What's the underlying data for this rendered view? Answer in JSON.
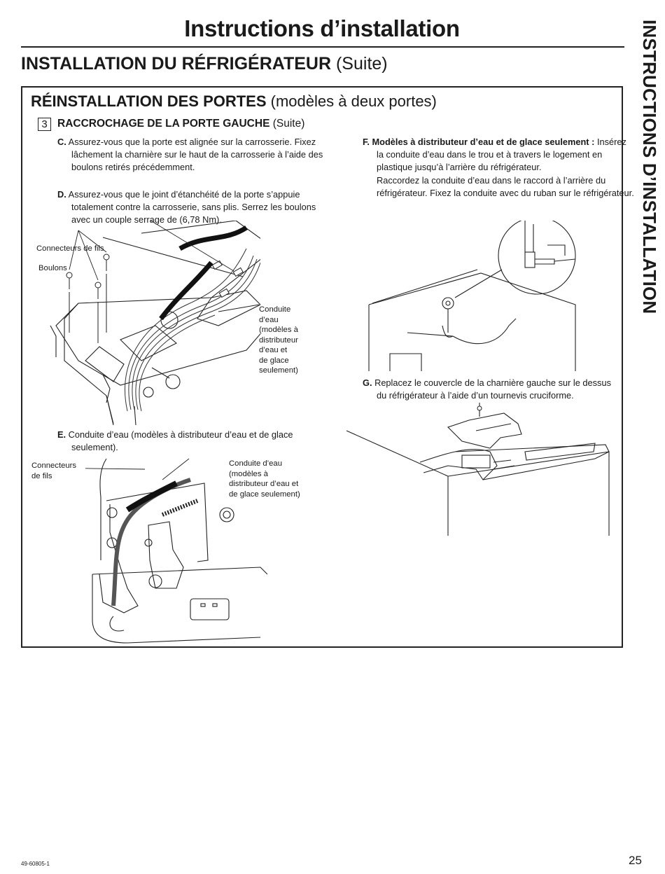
{
  "page": {
    "title": "Instructions d’installation",
    "section_main": "INSTALLATION DU RÉFRIGÉRATEUR",
    "section_sub": "(Suite)",
    "side_title": "INSTRUCTIONS D’INSTALLATION",
    "footer_code": "49-60805-1",
    "page_number": "25"
  },
  "box": {
    "title_main": "RÉINSTALLATION DES PORTES",
    "title_sub": "(modèles à deux portes)",
    "step_number": "3",
    "step_title_main": "RACCROCHAGE DE LA PORTE GAUCHE",
    "step_title_sub": "(Suite)"
  },
  "steps": {
    "c_letter": "C.",
    "c_text": "Assurez-vous que la porte est alignée sur la carrosserie. Fixez lâchement la charnière sur le haut de la carrosserie à l’aide des boulons retirés précédemment.",
    "d_letter": "D.",
    "d_text": "Assurez-vous que le joint d’étanchéité de la porte s’appuie totalement contre la carrosserie, sans plis. Serrez les boulons avec un couple serrage de (6,78 Nm).",
    "e_letter": "E.",
    "e_text": "Conduite d’eau (modèles à distributeur d’eau et de glace seulement).",
    "f_lead": "F. Modèles à distributeur d’eau et de glace seulement :",
    "f_text": "Insérez la conduite d’eau dans le trou et à travers le logement en plastique jusqu’à l’arrière du réfrigérateur.",
    "f_text2": "Raccordez la conduite d’eau dans le raccord à l’arrière du réfrigérateur. Fixez la conduite avec du ruban sur le réfrigérateur.",
    "g_letter": "G.",
    "g_text": "Replacez le couvercle de la charnière gauche sur le dessus du réfrigérateur à l’aide d’un tournevis cruciforme."
  },
  "figure1": {
    "label_wire_connectors": "Connecteurs de fils",
    "label_bolts": "Boulons",
    "label_water_line": [
      "Conduite",
      "d’eau",
      "(modèles à",
      "distributeur",
      "d’eau et",
      "de glace",
      "seulement)"
    ]
  },
  "figure2": {
    "label_wire_connectors": [
      "Connecteurs",
      "de fils"
    ],
    "label_water_line": [
      "Conduite d’eau",
      "(modèles à",
      "distributeur d’eau et",
      "de glace seulement)"
    ]
  },
  "icons": [
    "bolt-icon",
    "hinge-illustration",
    "water-fitting-illustration"
  ]
}
